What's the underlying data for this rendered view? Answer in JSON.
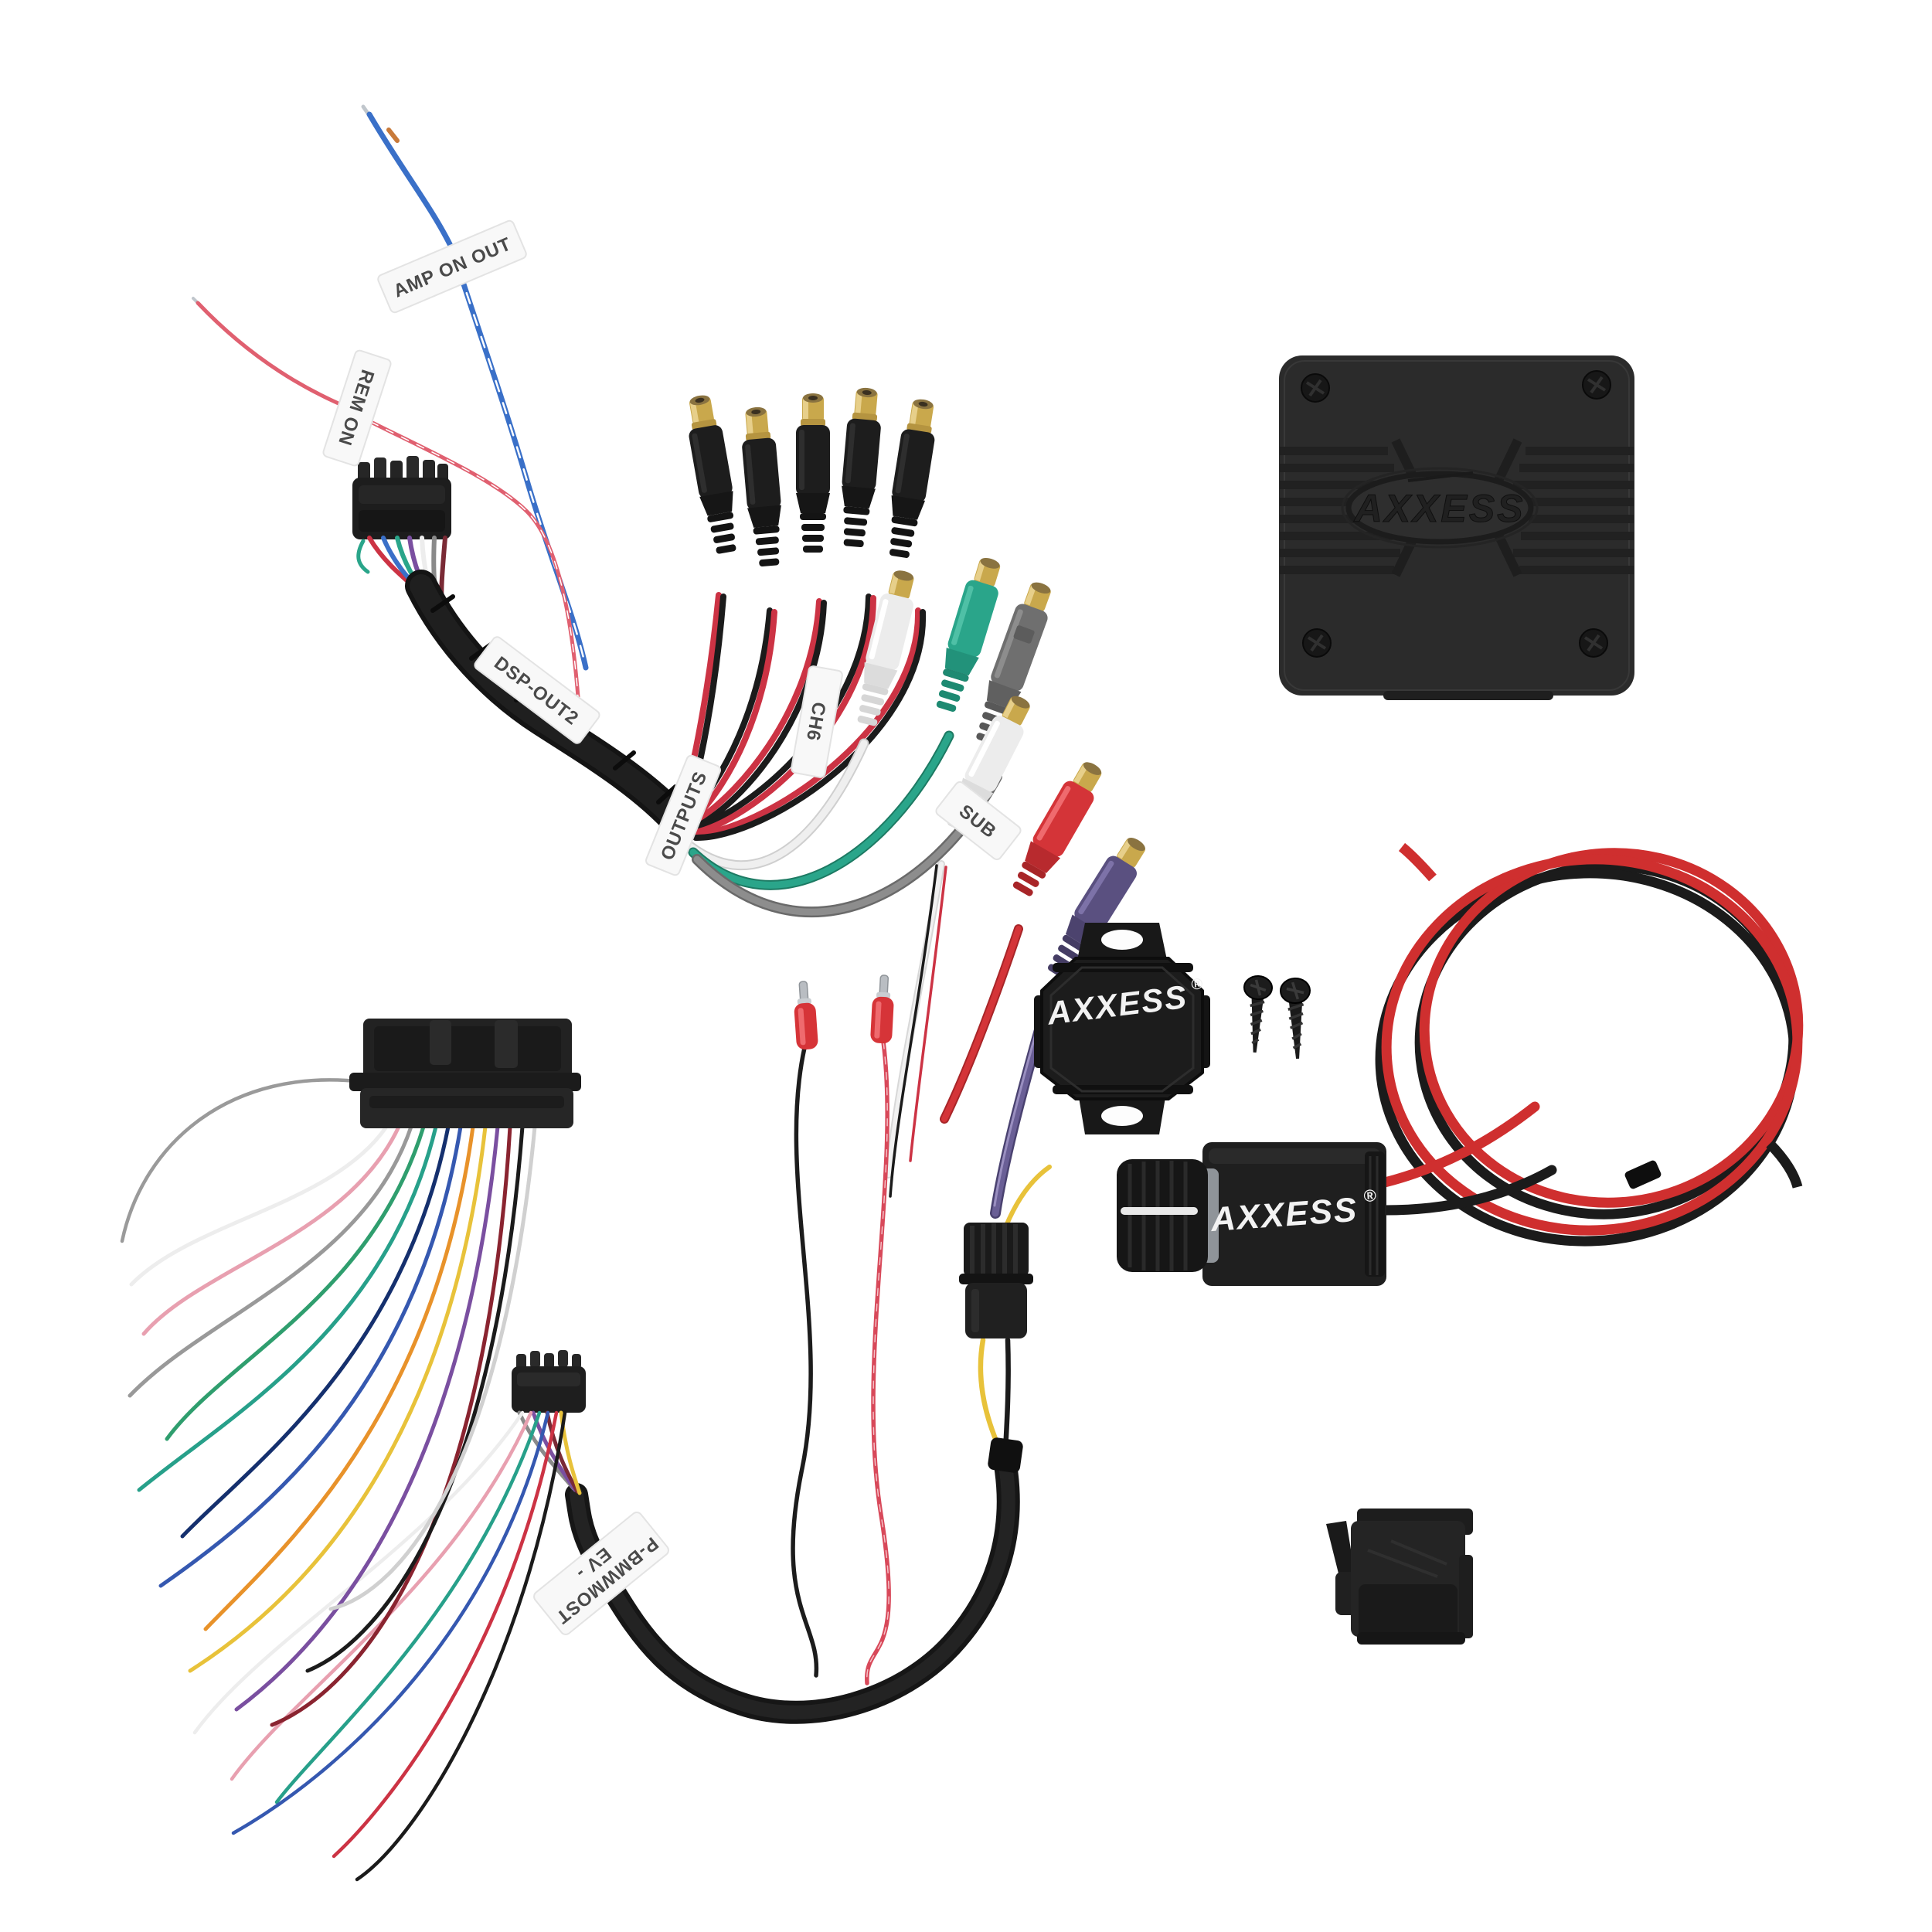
{
  "product_labels": {
    "amp_on_out": "AMP ON OUT",
    "rem_on": "REM ON",
    "dsp_out2": "DSP-OUT2",
    "outputs": "OUTPUTS",
    "ch6": "CH6",
    "sub": "SUB",
    "bmwmost_line1": "P-BMWMOST",
    "bmwmost_line2": "EV -"
  },
  "brand": {
    "logo": "AXXESS",
    "registered": "®"
  },
  "colors": {
    "background": "#ffffff",
    "module_black": "#2b2b2b",
    "power_red": "#cf2f2f",
    "power_black": "#1b1b1b",
    "label_white": "#f8f8f8",
    "rca_gold": "#c9a84c",
    "rca_green": "#2aa58a",
    "rca_purple": "#5a5080",
    "wire_blue": "#3a70c8",
    "wire_pink": "#e06070",
    "wire_yellow": "#e8c23a"
  }
}
